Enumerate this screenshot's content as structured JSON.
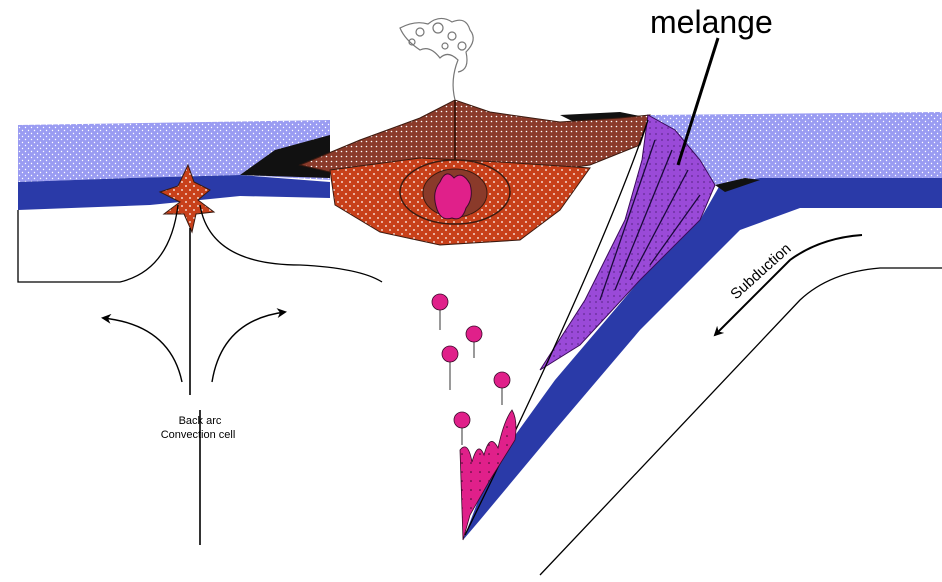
{
  "labels": {
    "melange": "melange",
    "subduction": "Subduction",
    "back_arc_line1": "Back arc",
    "back_arc_line2": "Convection cell"
  },
  "colors": {
    "ocean_light": "#9a9cf2",
    "ocean_dark": "#2a3aa8",
    "sediment_black": "#111111",
    "arc_brown": "#8a3a2a",
    "magma_orange": "#c8401a",
    "pluton_pink": "#e0208a",
    "melange_purple": "#9a4ad8",
    "background": "#ffffff"
  }
}
